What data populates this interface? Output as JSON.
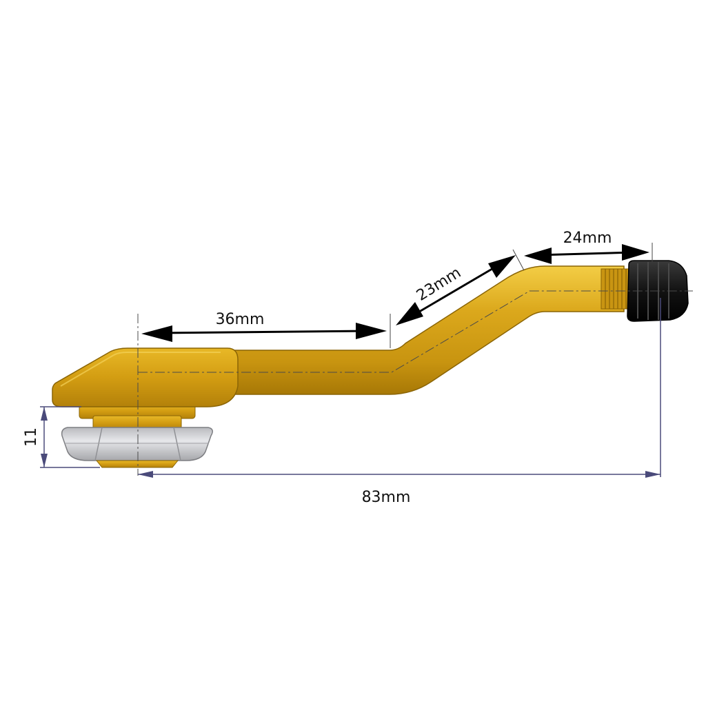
{
  "dimensions": {
    "segment_1": "36mm",
    "segment_2": "23mm",
    "segment_3": "24mm",
    "overall_length": "83mm",
    "base_height": "11"
  },
  "colors": {
    "brass": "#d8a316",
    "brass_dark": "#a87806",
    "brass_light": "#f0c93a",
    "nut": "#c9cacd",
    "nut_dark": "#8f9094",
    "cap": "#111111",
    "dimension_line": "#4a4a7a",
    "arrow": "#000000"
  }
}
